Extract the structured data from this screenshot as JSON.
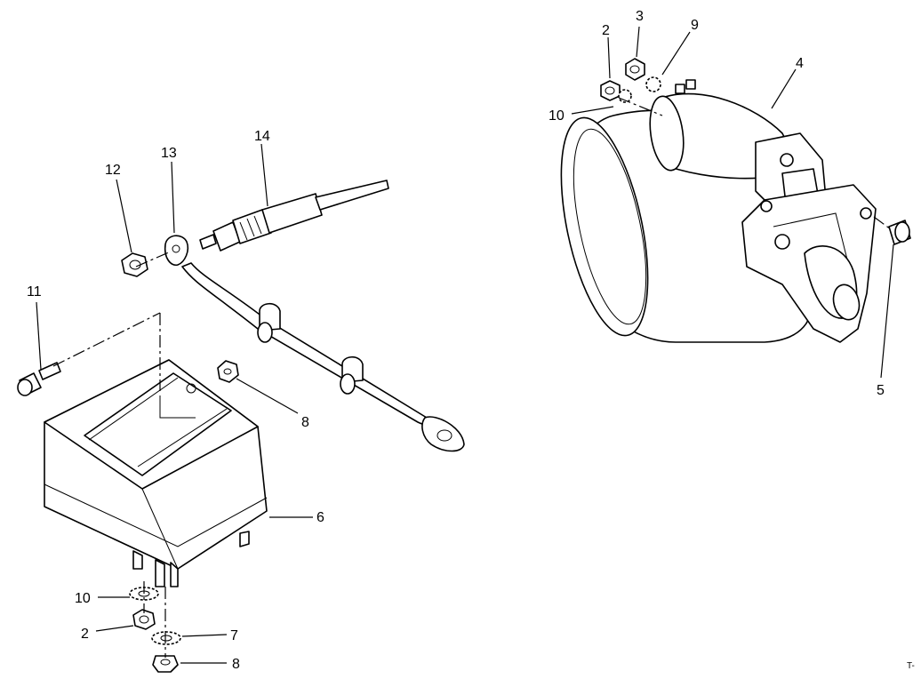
{
  "diagram": {
    "callouts": {
      "c2_top": "2",
      "c3": "3",
      "c9": "9",
      "c4": "4",
      "c10_top": "10",
      "c5": "5",
      "c14": "14",
      "c13": "13",
      "c12": "12",
      "c11": "11",
      "c8_mid": "8",
      "c6": "6",
      "c10_bot": "10",
      "c2_bot": "2",
      "c7": "7",
      "c8_bot": "8"
    },
    "reference": "T-"
  }
}
